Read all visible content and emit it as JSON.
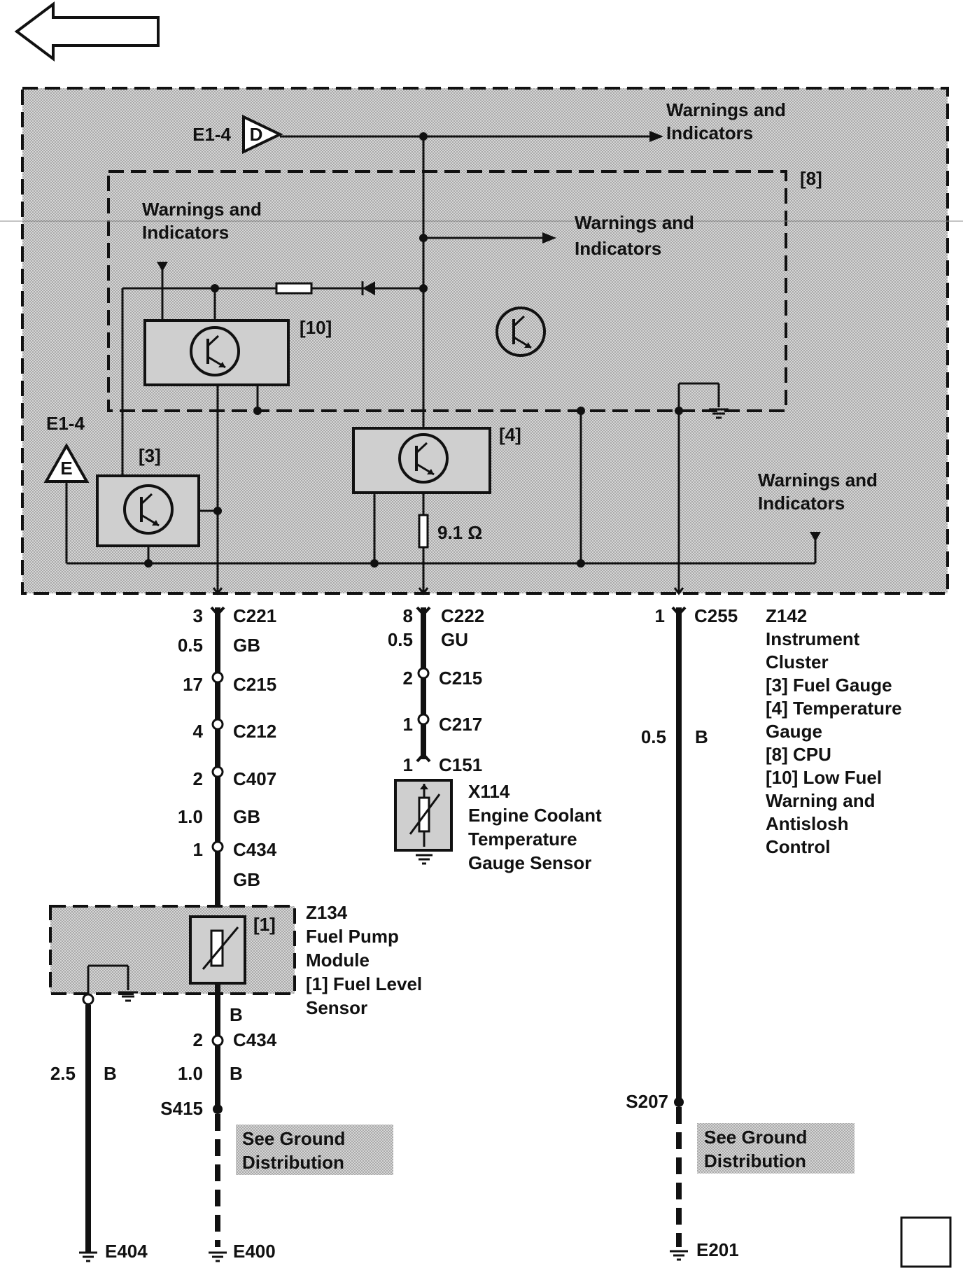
{
  "top": {
    "e14_top": "E1-4",
    "connector_d": "D",
    "warnings_top_1": "Warnings and",
    "warnings_top_2": "Indicators",
    "label_8": "[8]",
    "warnings_left_1": "Warnings and",
    "warnings_left_2": "Indicators",
    "warnings_mid_1": "Warnings and",
    "warnings_mid_2": "Indicators",
    "label_10": "[10]",
    "e14_left": "E1-4",
    "connector_e": "E",
    "label_3": "[3]",
    "label_4": "[4]",
    "resistor": "9.1 Ω",
    "warnings_right_1": "Warnings and",
    "warnings_right_2": "Indicators"
  },
  "wire1": {
    "pin_c221": "3",
    "c221": "C221",
    "size_1": "0.5",
    "color_1": "GB",
    "pin_c215": "17",
    "c215": "C215",
    "pin_c212": "4",
    "c212": "C212",
    "pin_c407": "2",
    "c407": "C407",
    "size_2": "1.0",
    "color_2": "GB",
    "pin_c434": "1",
    "c434": "C434",
    "color_3": "GB"
  },
  "wire2": {
    "pin_c222": "8",
    "c222": "C222",
    "size": "0.5",
    "color": "GU",
    "pin_c215": "2",
    "c215": "C215",
    "pin_c217": "1",
    "c217": "C217",
    "pin_c151": "1",
    "c151": "C151"
  },
  "sensor_x114": [
    "X114",
    "Engine Coolant",
    "Temperature",
    "Gauge Sensor"
  ],
  "wire3": {
    "pin_c255": "1",
    "c255": "C255",
    "size": "0.5",
    "color": "B"
  },
  "z142": [
    "Z142",
    "Instrument",
    "Cluster",
    "[3]  Fuel Gauge",
    "[4]  Temperature",
    "Gauge",
    "[8]  CPU",
    "[10] Low Fuel",
    "Warning and",
    "Antislosh",
    "Control"
  ],
  "z134": [
    "Z134",
    "Fuel Pump",
    "Module",
    "[1]  Fuel Level",
    "Sensor"
  ],
  "label_1": "[1]",
  "lower": {
    "color_b_below_module": "B",
    "pin_c434_2": "2",
    "c434_2": "C434",
    "size_left": "2.5",
    "color_left": "B",
    "size_mid": "1.0",
    "color_mid": "B",
    "s415": "S415",
    "s207": "S207",
    "see_ground_1a": "See Ground",
    "see_ground_1b": "Distribution",
    "see_ground_2a": "See Ground",
    "see_ground_2b": "Distribution",
    "e404": "E404",
    "e400": "E400",
    "e201": "E201"
  }
}
